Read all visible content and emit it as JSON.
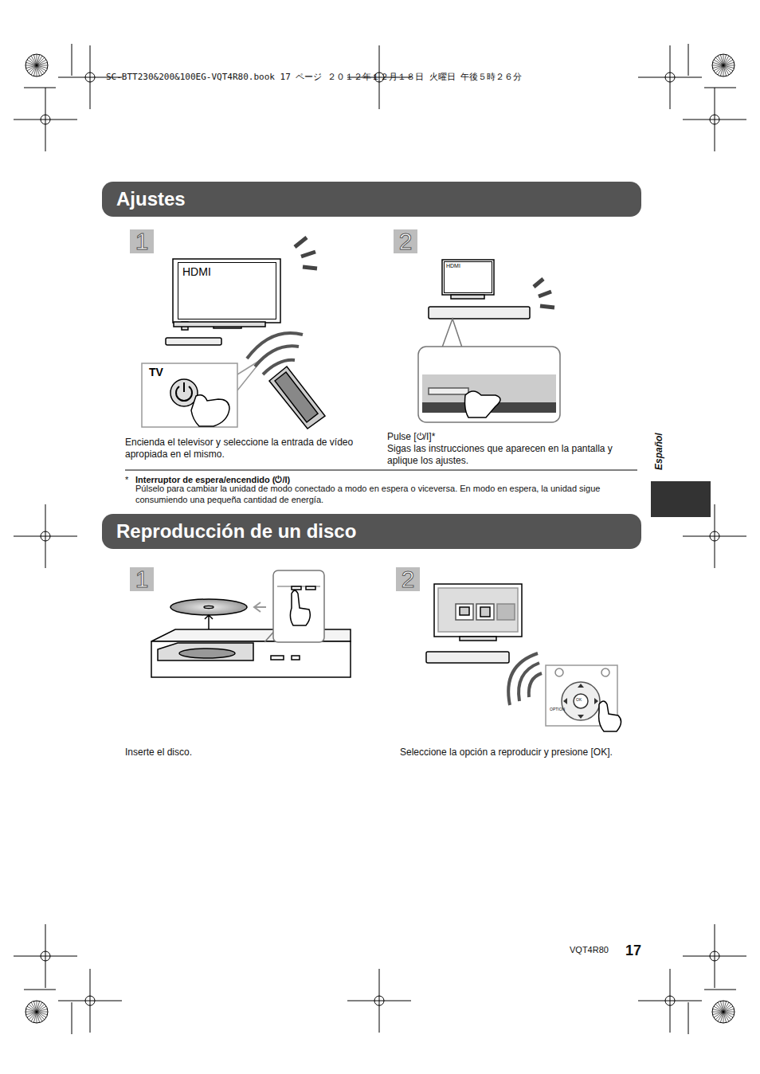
{
  "diagram": {
    "nodes": [
      {
        "text": [
          "Ajustes"
        ]
      },
      {
        "text": [
          "1"
        ]
      },
      {
        "text": [
          "2"
        ]
      },
      {
        "text": [
          "HDMI"
        ]
      },
      {
        "text": [
          "TV"
        ]
      },
      {
        "text": [
          "HDMI"
        ]
      },
      {
        "text": [
          "Reproducción de un disco"
        ]
      },
      {
        "text": [
          "1"
        ]
      },
      {
        "text": [
          "2"
        ]
      }
    ],
    "labels": [
      "SC-BTT230&200&100EG-VQT4R80.book 17 ページ ２０１２年１２月１８日 火曜日 午後５時２６分",
      "Encienda el televisor y seleccione la entrada de vídeo apropiada en el mismo.",
      "Pulse [⏻/I]*",
      "Sigas las instrucciones que aparecen en la pantalla y aplique los ajustes.",
      "*",
      "Interruptor de espera/encendido (⏻/I)",
      "Púlselo para cambiar la unidad de modo conectado a modo en espera o viceversa. En modo en espera, la unidad sigue consumiendo una pequeña cantidad de energía.",
      "Inserte el disco.",
      "Seleccione la opción a reproducir y presione [OK].",
      "Español",
      "VQT4R80",
      "17",
      "OK",
      "OPTION"
    ]
  }
}
